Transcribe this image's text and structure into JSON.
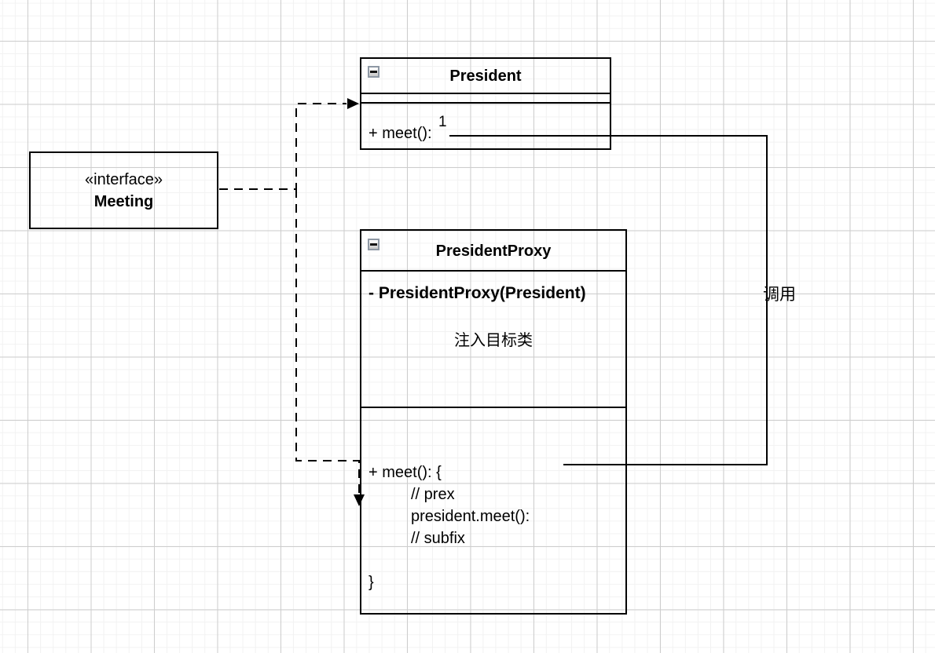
{
  "interface_class": {
    "stereotype": "«interface»",
    "name": "Meeting"
  },
  "president_class": {
    "title": "President",
    "method": "+ meet():"
  },
  "proxy_class": {
    "title": "PresidentProxy",
    "constructor": "- PresidentProxy(President)",
    "note": "注入目标类",
    "code_lines": [
      "+ meet(): {",
      "// prex",
      "president.meet():",
      "// subfix",
      "",
      "}"
    ]
  },
  "edge_labels": {
    "call": "调用",
    "multiplicity": "1"
  },
  "colors": {
    "stroke": "#000000",
    "background": "#ffffff",
    "grid_minor": "#f2f2f2",
    "grid_major": "#cdcdcd",
    "collapse_icon_border": "#8e98a4"
  }
}
